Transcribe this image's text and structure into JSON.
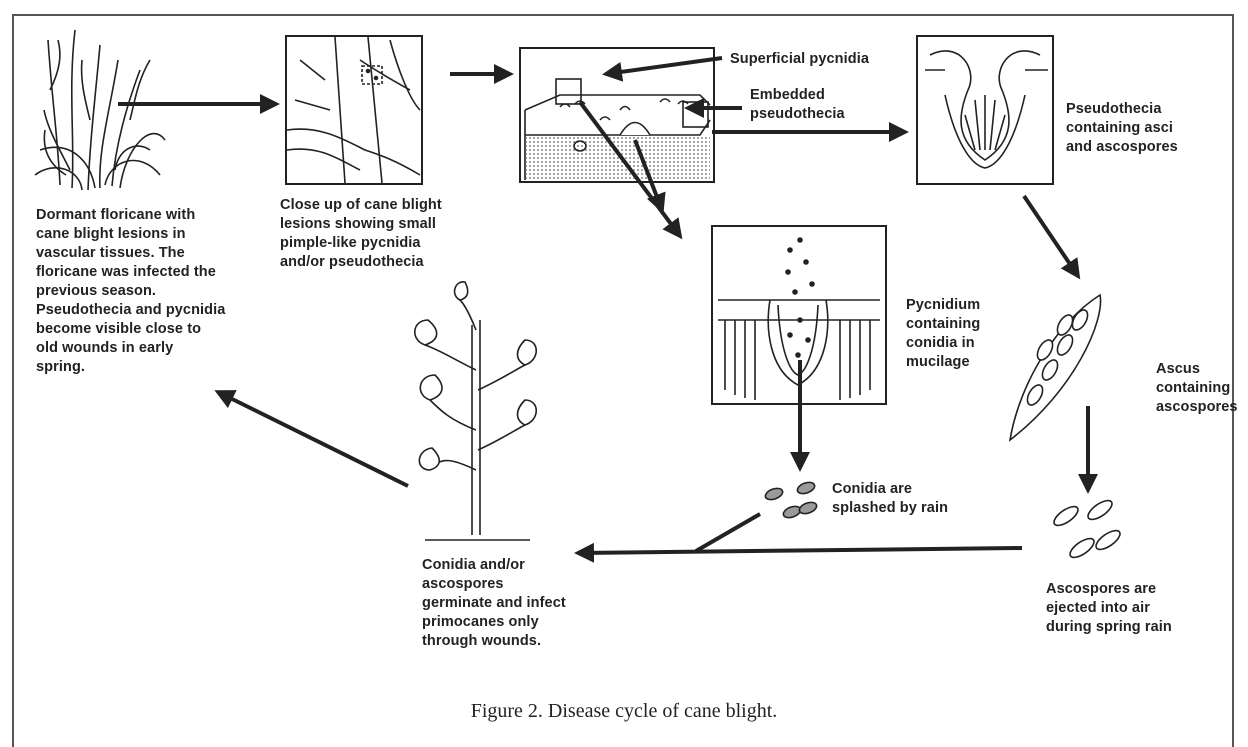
{
  "colors": {
    "ink": "#222222",
    "frame": "#555555",
    "spore_fill": "#9a9a9a"
  },
  "labels": {
    "superficial": "Superficial pycnidia",
    "embedded": "Embedded\npseudothecia",
    "dormant": "Dormant floricane with\ncane blight lesions in\nvascular tissues. The\nfloricane was infected the\nprevious season.\nPseudothecia and pycnidia\nbecome visible close to\nold wounds in early\nspring.",
    "closeup": "Close up of cane blight\nlesions showing small\npimple-like pycnidia\nand/or pseudothecia",
    "pseudothecia_asci": "Pseudothecia\ncontaining asci\nand ascospores",
    "pycnidium": "Pycnidium\ncontaining\nconidia in\nmucilage",
    "ascus": "Ascus\ncontaining\nascospores",
    "conidia_splashed": "Conidia are\nsplashed by rain",
    "germinate": "Conidia and/or\nascospores\ngerminate and infect\nprimocanes only\nthrough wounds.",
    "ejected": "Ascospores are\nejected into air\nduring spring rain"
  },
  "caption": "Figure 2. Disease cycle of cane blight."
}
